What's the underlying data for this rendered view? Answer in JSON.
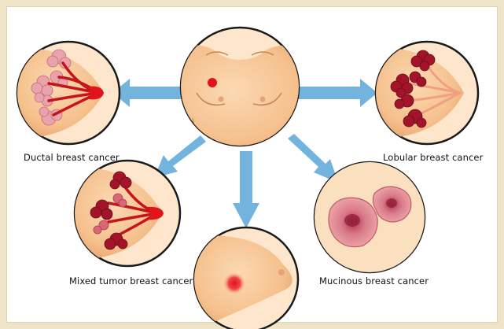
{
  "labels": {
    "ductal": "Ductal breast cancer",
    "lobular": "Lobular breast cancer",
    "mixed": "Mixed tumor breast cancer",
    "mucinous": "Mucinous breast cancer"
  },
  "colors": {
    "skin": "#f7c99a",
    "skin_shadow": "#e9a572",
    "outline": "#1a1a1a",
    "arrow": "#5aa7d9",
    "tumor_red": "#e0141a",
    "lobule_pink": "#e49aa6",
    "lobule_dark": "#8c1020",
    "duct": "#c5141c",
    "frame": "#efe3c8"
  }
}
